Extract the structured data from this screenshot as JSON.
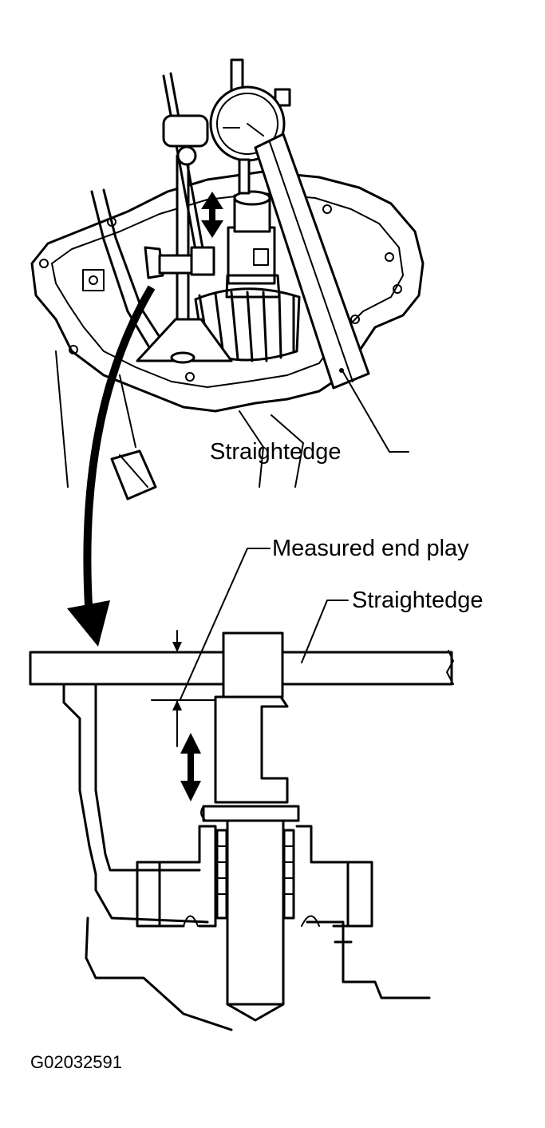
{
  "labels": {
    "straightedge_top": "Straightedge",
    "measured_end_play": "Measured end play",
    "straightedge_bottom": "Straightedge"
  },
  "figure_id": "G02032591",
  "colors": {
    "ink": "#000000",
    "paper": "#ffffff"
  }
}
